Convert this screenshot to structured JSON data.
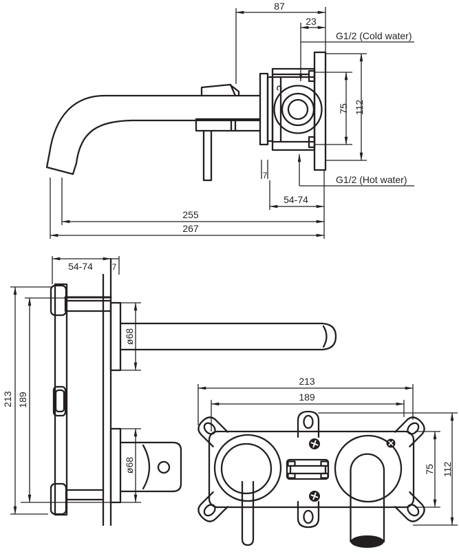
{
  "colors": {
    "line": "#231f20",
    "background": "#ffffff"
  },
  "views": {
    "faucet_side": {
      "dim_spout_to_handle": "87",
      "dim_cold_offset": "23",
      "cold_inlet_label": "G1/2 (Cold water)",
      "hot_inlet_label": "G1/2 (Hot water)",
      "dim_body_height": "75",
      "dim_bracket_height": "112",
      "dim_plate_thickness": "7",
      "dim_wall_depth": "54-74",
      "dim_spout_reach": "255",
      "dim_total_reach": "267",
      "cartridge_mark": "C"
    },
    "roughin_side": {
      "dim_wall_depth": "54-74",
      "dim_plate_thickness": "7",
      "dim_spout_escutcheon": "ø68",
      "dim_handle_escutcheon": "ø68",
      "dim_box_height": "213",
      "dim_ports_span": "189"
    },
    "roughin_front": {
      "dim_overall_width": "213",
      "dim_plate_width": "189",
      "dim_plate_height": "75",
      "dim_overall_height": "112"
    }
  }
}
